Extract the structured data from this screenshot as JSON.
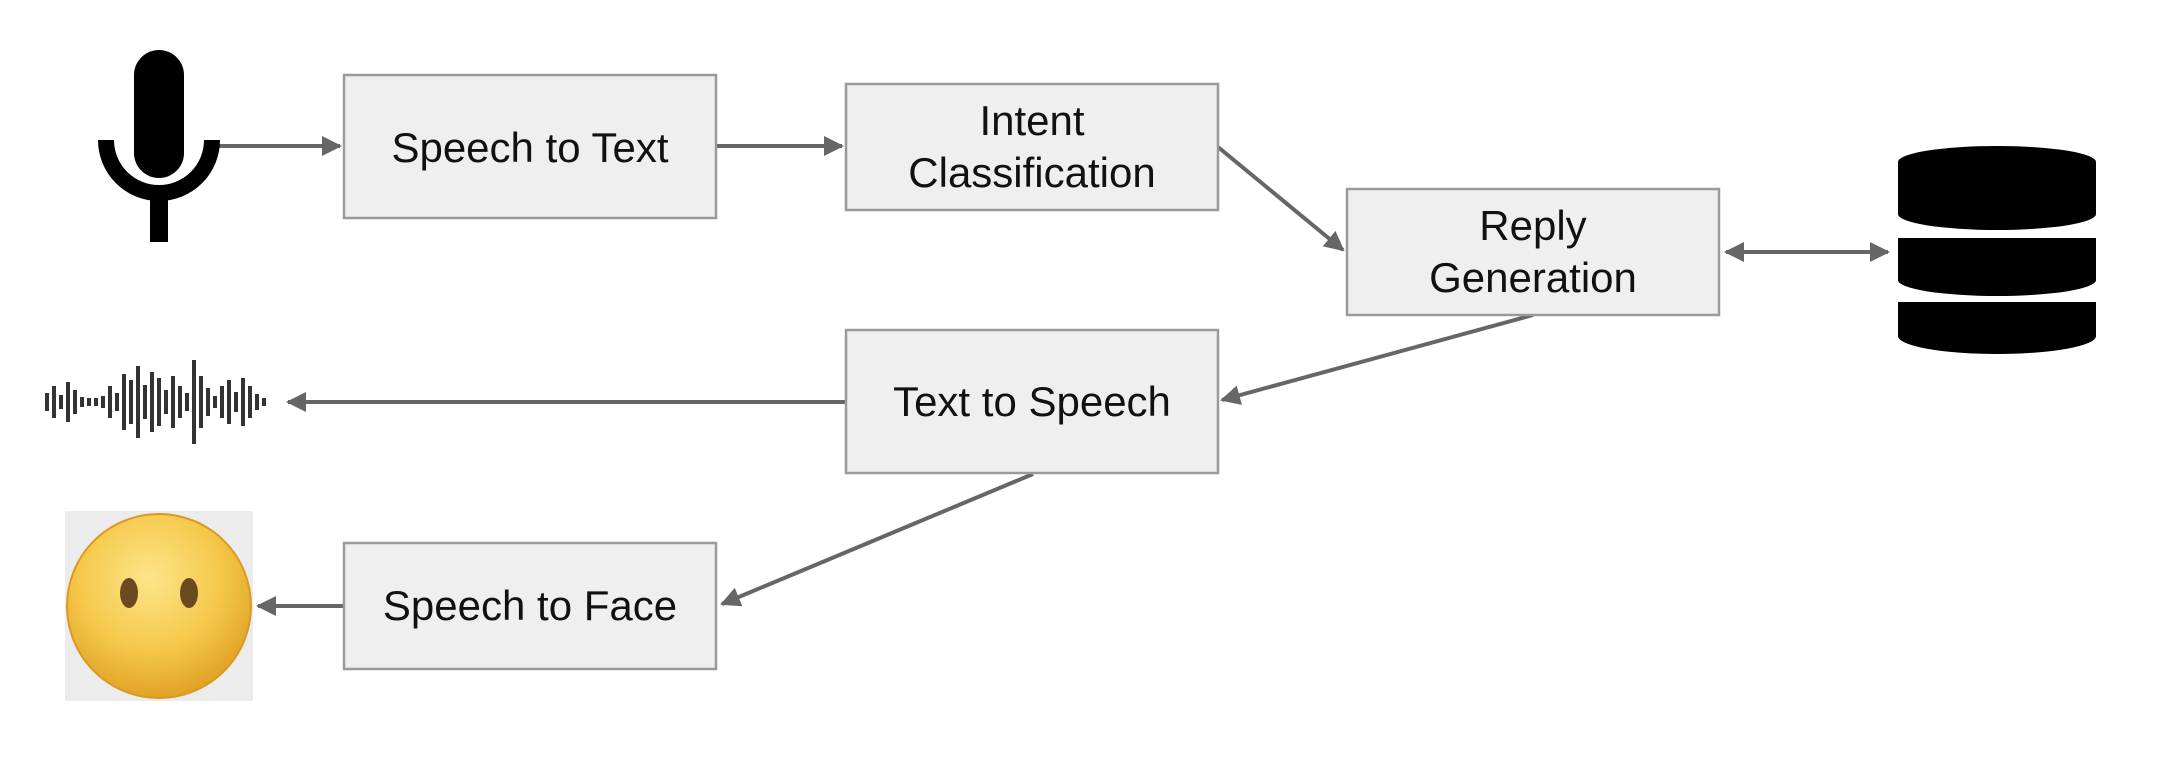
{
  "nodes": {
    "speech_to_text": {
      "lines": [
        "Speech to Text"
      ]
    },
    "intent_classification": {
      "lines": [
        "Intent",
        "Classification"
      ]
    },
    "reply_generation": {
      "lines": [
        "Reply",
        "Generation"
      ]
    },
    "text_to_speech": {
      "lines": [
        "Text to Speech"
      ]
    },
    "speech_to_face": {
      "lines": [
        "Speech to Face"
      ]
    }
  },
  "icons": {
    "input": "microphone-icon",
    "storage": "database-icon",
    "audio_output": "sound-waveform-icon",
    "face_output": "face-emoji-icon"
  },
  "colors": {
    "box_fill": "#efefef",
    "box_stroke": "#9a9a9a",
    "edge": "#666666",
    "icon": "#000000",
    "face": "#f5c84a"
  }
}
